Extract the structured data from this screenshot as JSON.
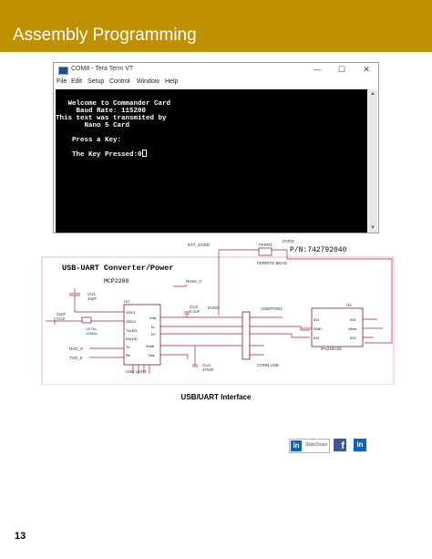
{
  "banner": {
    "title": "Assembly Programming",
    "color": "#bf9000"
  },
  "window": {
    "title": "COM8 - Tera Term VT",
    "menu": [
      "File",
      "Edit",
      "Setup",
      "Control",
      "Window",
      "Help"
    ],
    "controls": {
      "minimize": "—",
      "maximize": "☐",
      "close": "✕"
    }
  },
  "terminal": {
    "lines": [
      "   Welcome to Commander Card",
      "     Baud Rate: 115200",
      "This text was transmited by",
      "       Nano 5 Card",
      "    Press a Key:",
      "    The Key Pressed:0"
    ]
  },
  "schematic": {
    "title": "USB-UART Converter/Power",
    "part_number": "P/N:742792040",
    "labels": {
      "ext_dvdd": "EXT_DVDD",
      "dvdd": "DVDD",
      "ferr1": "FERR1",
      "ferrite_bead": "FERRITE BEAD",
      "mcp2200": "MCP2200",
      "reset": "Reset_C",
      "cu1": "CU1",
      "cu1_val": "22pF",
      "cu2": "CU2",
      "cu2_val": "22pF",
      "cu3": "CU3",
      "cu3_val": "0.1uF",
      "cu4": "CU4",
      "cu4_val": "470nF",
      "uxtal": "UXTAL",
      "uxtal_val": "12MHz",
      "u4": "U4",
      "usb_uart": "USB-UART",
      "usb_pow1": "USB/POW1",
      "conn_usb": "CONN USB",
      "u5": "U5",
      "ip4220": "IP4220CZ6",
      "rxd": "RXD_S",
      "txd": "TXD_S",
      "dvdd2": "DVDD",
      "pins_left": [
        "OSC1",
        "OSC2",
        "TxLED",
        "RxLED",
        "Tx",
        "Rx"
      ],
      "pins_right": [
        "Vdd",
        "D-",
        "D+",
        "Vusb",
        "Vss"
      ],
      "u5_pins": [
        "IO1",
        "GND",
        "IO2",
        "IO4",
        "Vbus",
        "IO3"
      ]
    }
  },
  "caption": "USB/UART Interface",
  "share": {
    "slideshare": "SlideShare",
    "linkedin": "in",
    "facebook": "f"
  },
  "page_number": "13"
}
